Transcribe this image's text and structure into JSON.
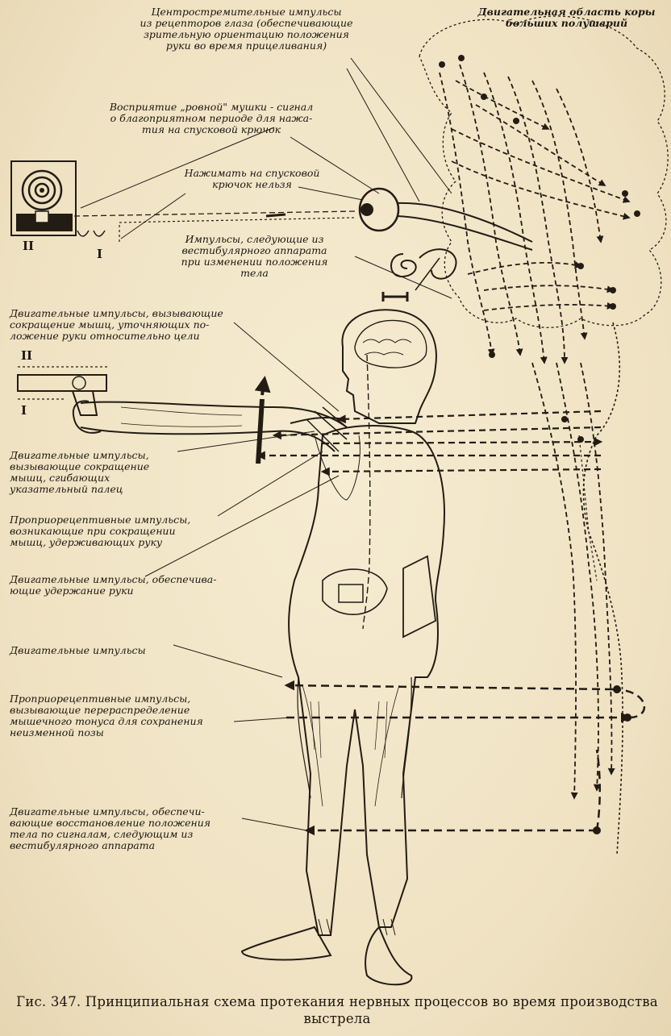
{
  "labels": {
    "eye_receptors": "Центростремительные импульсы\nиз рецепторов глаза (обеспечивающие\nзрительную ориентацию положения\nруки во время прицеливания)",
    "motor_cortex": "Двигательная область коры\nбольших полушарий",
    "sight_perception": "Восприятие „ровной\" мушки - сигнал\nо благоприятном периоде для нажа-\nтия на спусковой крючок",
    "no_trigger": "Нажимать на спусковой\nкрючок нельзя",
    "vestibular": "Импульсы, следующие из\nвестибулярного аппарата\nпри изменении положения\nтела",
    "motor_arm_position": "Двигательные импульсы, вызывающие\nсокращение мышц, уточняющих по-\nложение руки относительно цели",
    "motor_finger": "Двигательные импульсы,\nвызывающие сокращение\nмышц, сгибающих\nуказательный палец",
    "proprio_arm": "Проприорецептивные импульсы,\nвозникающие при сокращении\nмышц, удерживающих руку",
    "motor_hold_arm": "Двигательные импульсы, обеспечива-\nющие удержание руки",
    "motor_impulses": "Двигательные импульсы",
    "proprio_tone": "Проприорецептивные импульсы,\nвызывающие перераспределение\nмышечного тонуса для сохранения\nнеизменной позы",
    "motor_restore": "Двигательные импульсы, обеспечи-\nвающие восстановление положения\nтела по сигналам, следующим из\nвестибулярного аппарата"
  },
  "markers": {
    "target_left": "II",
    "target_right": "I",
    "gun_upper": "II",
    "gun_lower": "I"
  },
  "caption": "Гис. 347. Принципиальная схема протекания нервных процессов во время производства выстрела",
  "colors": {
    "paper": "#f1e6c9",
    "ink": "#231c14"
  }
}
